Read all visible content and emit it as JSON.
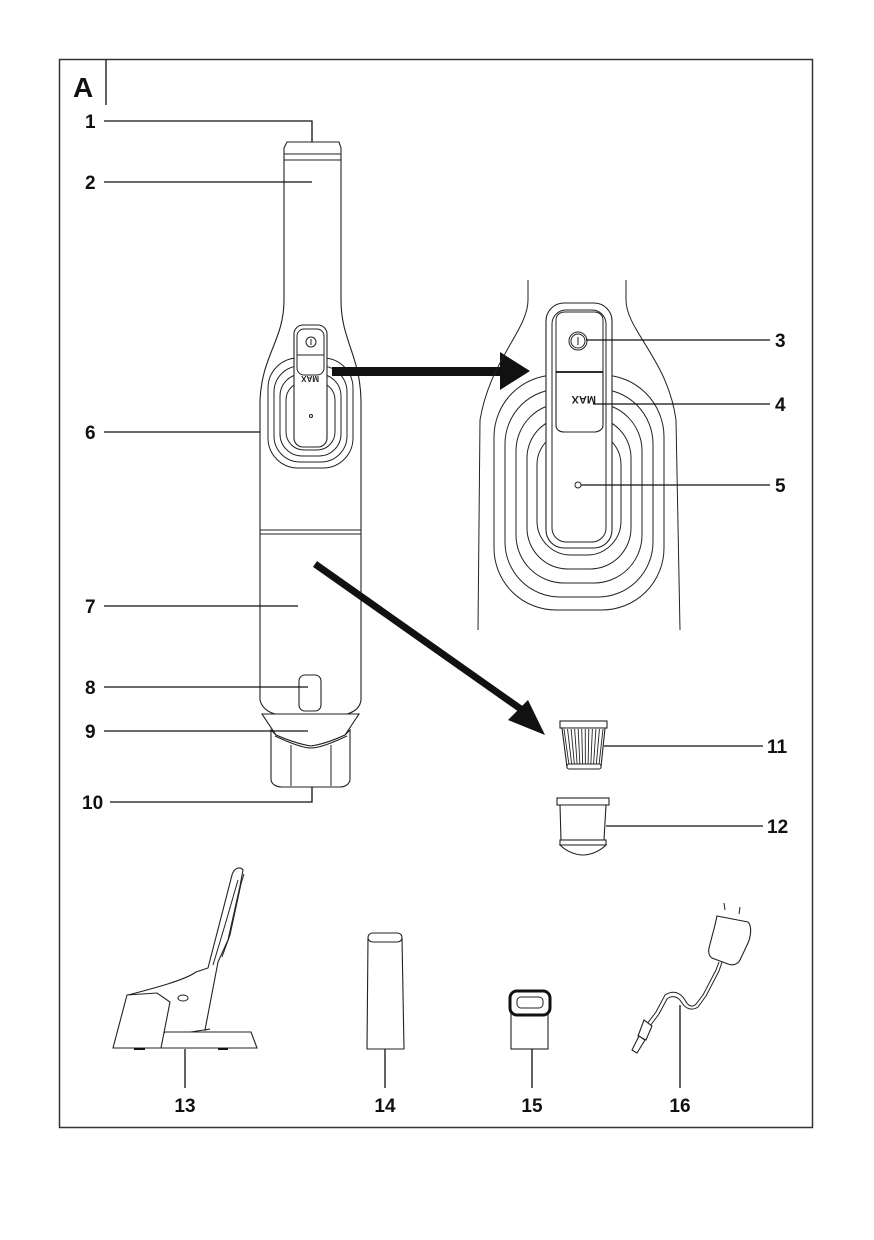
{
  "figure": {
    "title": "A",
    "description": "Handheld vacuum cleaner parts overview"
  },
  "callouts": [
    {
      "number": "1"
    },
    {
      "number": "2"
    },
    {
      "number": "3"
    },
    {
      "number": "4"
    },
    {
      "number": "5"
    },
    {
      "number": "6"
    },
    {
      "number": "7"
    },
    {
      "number": "8"
    },
    {
      "number": "9"
    },
    {
      "number": "10"
    },
    {
      "number": "11"
    },
    {
      "number": "12"
    },
    {
      "number": "13"
    },
    {
      "number": "14"
    },
    {
      "number": "15"
    },
    {
      "number": "16"
    }
  ],
  "device_markings": {
    "max_label": "MAX",
    "power_symbol": "power-icon"
  },
  "colors": {
    "ink": "#111111",
    "paper": "#ffffff",
    "frame": "#333333"
  }
}
